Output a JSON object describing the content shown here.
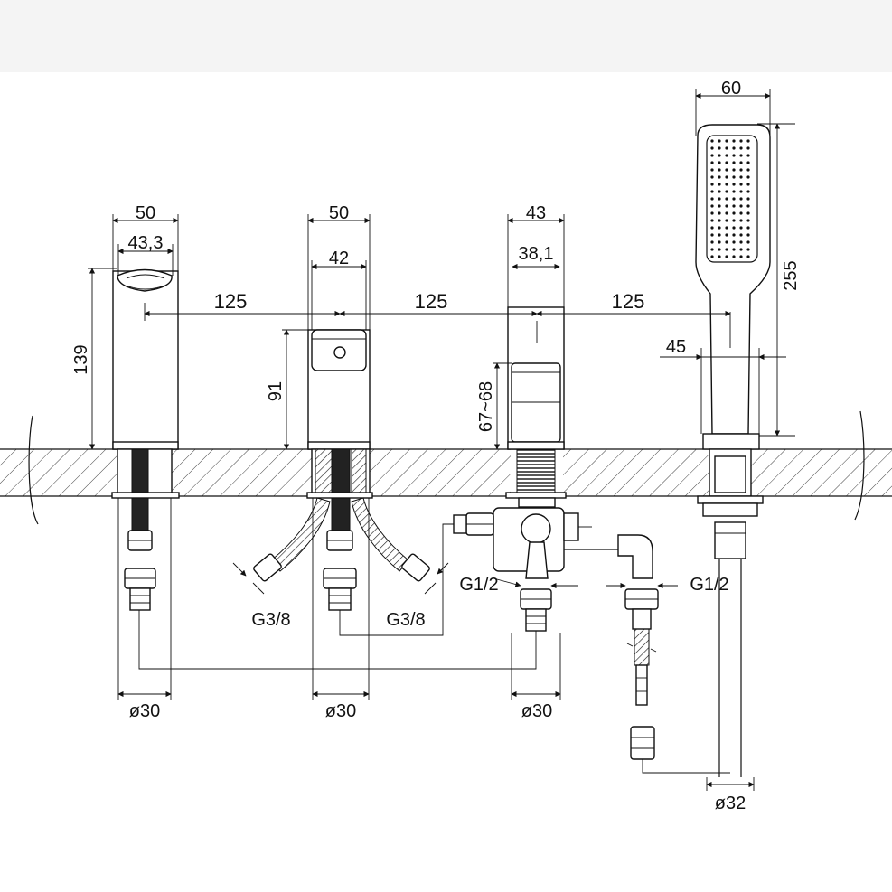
{
  "drawing": {
    "colors": {
      "line": "#111111",
      "hatch": "#111111",
      "background": "#ffffff",
      "hose_fill": "#222222"
    },
    "dimensions": {
      "spout_width": "50",
      "spout_inner_width": "43,3",
      "spout_height": "139",
      "spout_diameter": "ø30",
      "mixer_width": "50",
      "mixer_inner_width": "42",
      "mixer_height": "91",
      "mixer_diameter": "ø30",
      "diverter_width": "43",
      "diverter_inner_width": "38,1",
      "diverter_height": "67~68",
      "diverter_diameter": "ø30",
      "handshower_width": "60",
      "handshower_length": "255",
      "handshower_handle_width": "45",
      "handshower_diameter": "ø32",
      "spacing_1": "125",
      "spacing_2": "125",
      "spacing_3": "125"
    },
    "threads": {
      "left_hose": "G3/8",
      "right_hose": "G3/8",
      "diverter_outlet_left": "G1/2",
      "diverter_outlet_right": "G1/2"
    }
  }
}
